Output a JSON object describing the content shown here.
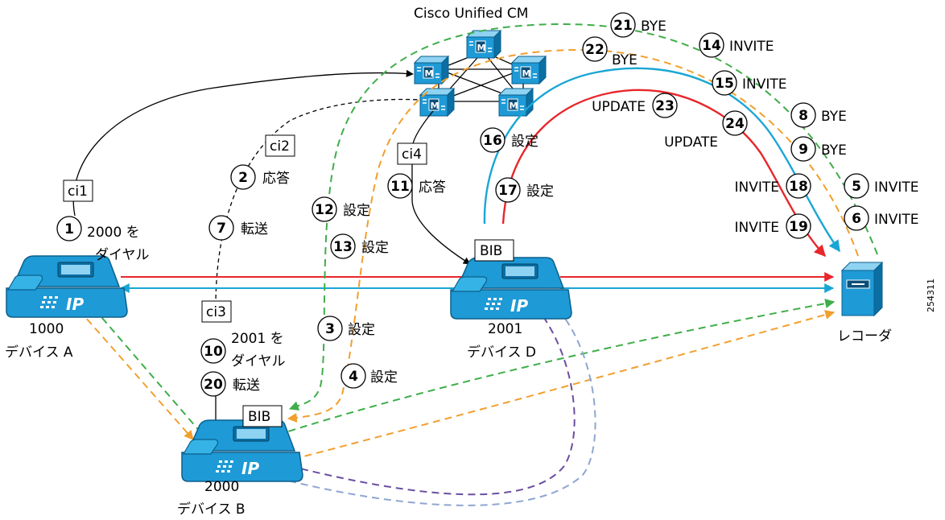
{
  "title": "Cisco Unified CM",
  "figure_id": "254311",
  "devices": {
    "a": {
      "number": "1000",
      "name": "デバイス A"
    },
    "b": {
      "number": "2000",
      "name": "デバイス B"
    },
    "d": {
      "number": "2001",
      "name": "デバイス D"
    },
    "recorder": {
      "name": "レコーダ"
    }
  },
  "boxes": {
    "ci1": "ci1",
    "ci2": "ci2",
    "ci3": "ci3",
    "ci4": "ci4",
    "bib_b": "BIB",
    "bib_d": "BIB"
  },
  "steps": [
    {
      "n": "1",
      "label": "2000 を",
      "label2": "ダイヤル"
    },
    {
      "n": "2",
      "label": "応答"
    },
    {
      "n": "3",
      "label": "設定"
    },
    {
      "n": "4",
      "label": "設定"
    },
    {
      "n": "5",
      "label": "INVITE"
    },
    {
      "n": "6",
      "label": "INVITE"
    },
    {
      "n": "7",
      "label": "転送"
    },
    {
      "n": "8",
      "label": "BYE"
    },
    {
      "n": "9",
      "label": "BYE"
    },
    {
      "n": "10",
      "label": "2001 を",
      "label2": "ダイヤル"
    },
    {
      "n": "11",
      "label": "応答"
    },
    {
      "n": "12",
      "label": "設定"
    },
    {
      "n": "13",
      "label": "設定"
    },
    {
      "n": "14",
      "label": "INVITE"
    },
    {
      "n": "15",
      "label": "INVITE"
    },
    {
      "n": "16",
      "label": "設定"
    },
    {
      "n": "17",
      "label": "設定"
    },
    {
      "n": "18",
      "label": "INVITE"
    },
    {
      "n": "19",
      "label": "INVITE"
    },
    {
      "n": "20",
      "label": "転送"
    },
    {
      "n": "21",
      "label": "BYE"
    },
    {
      "n": "22",
      "label": "BYE"
    },
    {
      "n": "23",
      "label": "UPDATE"
    },
    {
      "n": "24",
      "label": "UPDATE"
    }
  ],
  "colors": {
    "red": "#e8262b",
    "cyan": "#1aa6d4",
    "green": "#3fae49",
    "orange": "#f29f2d",
    "purple": "#6b4ea0",
    "lightblue": "#8fa6d0",
    "black": "#000000",
    "device_blue": "#1e9ad6"
  }
}
